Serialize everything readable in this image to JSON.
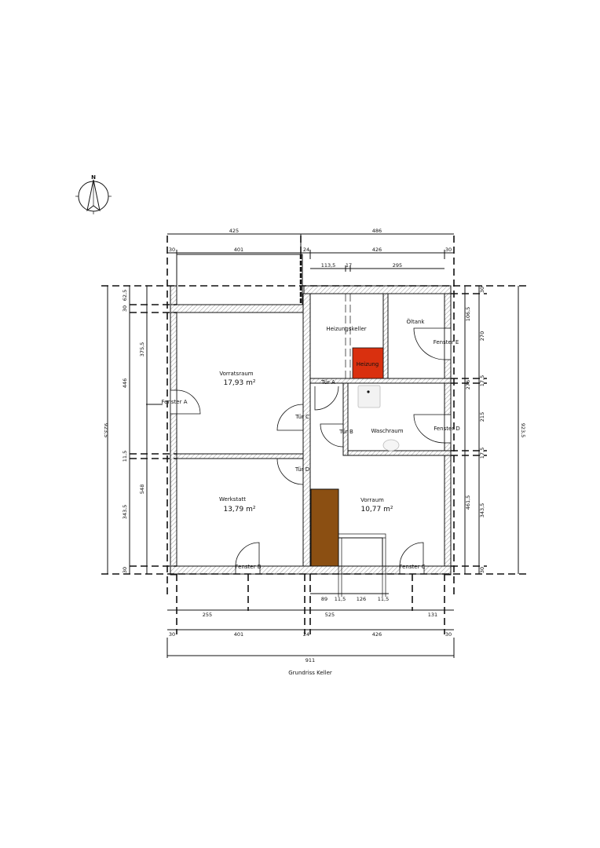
{
  "title": "Grundriss Keller",
  "compass": {
    "label": "N"
  },
  "colors": {
    "heating": "#d9300f",
    "stairs": "#8b4f12",
    "wall_hatch": "#999999",
    "line": "#111111"
  },
  "rooms": [
    {
      "name": "Vorratsraum",
      "area": "17,93 m²"
    },
    {
      "name": "Heizungskeller",
      "area": ""
    },
    {
      "name": "Öltank",
      "area": ""
    },
    {
      "name": "Waschraum",
      "area": ""
    },
    {
      "name": "Werkstatt",
      "area": "13,79 m²"
    },
    {
      "name": "Vorraum",
      "area": "10,77 m²"
    }
  ],
  "fixtures": {
    "heating": "Heizung"
  },
  "doors": [
    "Tür A",
    "Tür B",
    "Tür C",
    "Tür D"
  ],
  "windows": [
    "Fenster A",
    "Fenster B",
    "Fenster C",
    "Fenster D",
    "Fenster E"
  ],
  "dimensions": {
    "top_row1": [
      "425",
      "486"
    ],
    "top_row2": [
      "30",
      "401",
      "24",
      "426",
      "30"
    ],
    "top_row3": [
      "113,5",
      "17",
      "295"
    ],
    "bottom_row1": [
      "89",
      "11,5",
      "126",
      "11,5"
    ],
    "bottom_row2": [
      "255",
      "525",
      "131"
    ],
    "bottom_row3": [
      "30",
      "401",
      "24",
      "426",
      "30"
    ],
    "bottom_total": "911",
    "left_outer": "923,5",
    "left_mid": [
      "446",
      "548"
    ],
    "left_inner": [
      "62,5",
      "30",
      "375,5",
      "11,5",
      "343,5",
      "30"
    ],
    "right_inner": [
      "30",
      "106,5",
      "270",
      "17,5",
      "215",
      "17,5",
      "343,5",
      "30"
    ],
    "right_mid": [
      "276",
      "461,5"
    ],
    "right_outer": "923,5"
  }
}
